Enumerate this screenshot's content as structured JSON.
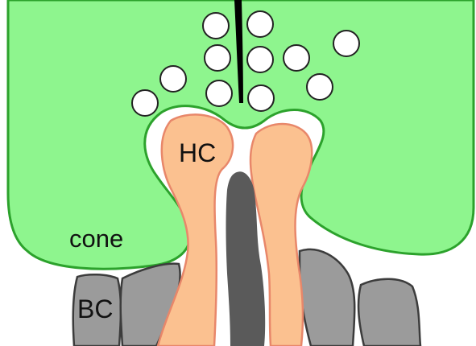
{
  "labels": {
    "cone": "cone",
    "hc": "HC",
    "bc": "BC"
  },
  "colors": {
    "cone_fill": "#8ef58e",
    "cone_stroke": "#2ca22c",
    "hc_fill": "#fbc190",
    "hc_stroke": "#e8876a",
    "bc_fill": "#9b9b9b",
    "bc_stroke": "#3c3c3c",
    "dendrite_fill": "#5a5a5a",
    "vesicle_fill": "#ffffff",
    "vesicle_stroke": "#222222",
    "ribbon": "#000000"
  }
}
